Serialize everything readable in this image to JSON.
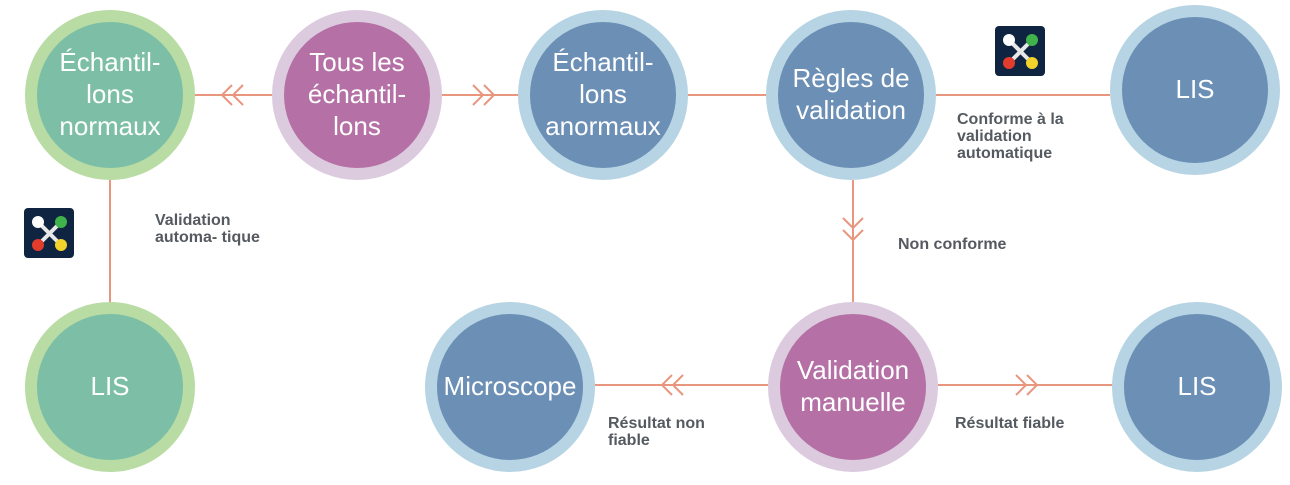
{
  "colors": {
    "connector": "#e9967f",
    "green_fill": "#7dbfa6",
    "purple_fill": "#b571a5",
    "blue_fill": "#6c8fb6",
    "label_text": "#555a60",
    "logo_bg": "#0f2440"
  },
  "nodes": {
    "normal_samples": "Échantil-\nlons\nnormaux",
    "all_samples": "Tous les\néchantil-\nlons",
    "abnormal_samples": "Échantil-\nlons\nanormaux",
    "validation_rules": "Règles de\nvalidation",
    "lis_top": "LIS",
    "lis_left": "LIS",
    "microscope": "Microscope",
    "manual_validation": "Validation\nmanuelle",
    "lis_bottom": "LIS"
  },
  "labels": {
    "auto_validation_compliant": "Conforme à la\nvalidation\nautomatique",
    "auto_validation": "Validation\nautoma- tique",
    "non_compliant": "Non conforme",
    "unreliable_result": "Résultat non\nfiable",
    "reliable_result": "Résultat fiable"
  },
  "logo_icon": "autovalidation-software-logo"
}
